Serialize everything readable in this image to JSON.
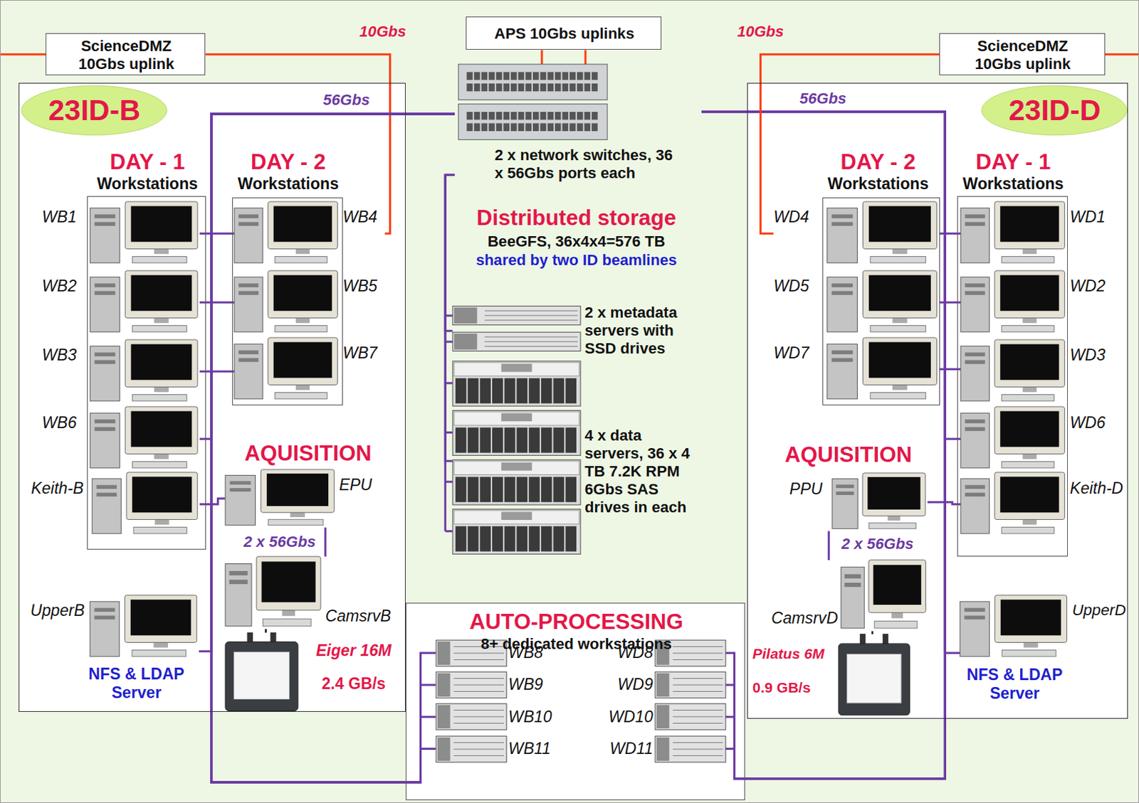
{
  "diagram": {
    "nodes": [
      {
        "text": [
          "ScienceDMZ 10Gbs uplink"
        ]
      },
      {
        "text": [
          "APS 10Gbs uplinks"
        ]
      },
      {
        "text": [
          "ScienceDMZ 10Gbs uplink"
        ]
      },
      {
        "text": [
          "23ID-B"
        ]
      },
      {
        "text": [
          "DAY - 1",
          "Workstations"
        ],
        "in": 3
      },
      {
        "text": [
          "WB1"
        ],
        "in": 4
      },
      {
        "text": [
          "WB2"
        ],
        "in": 4
      },
      {
        "text": [
          "WB3"
        ],
        "in": 4
      },
      {
        "text": [
          "WB6"
        ],
        "in": 4
      },
      {
        "text": [
          "Keith-B"
        ],
        "in": 4
      },
      {
        "text": [
          "DAY - 2",
          "Workstations"
        ],
        "in": 3
      },
      {
        "text": [
          "WB4"
        ],
        "in": 10
      },
      {
        "text": [
          "WB5"
        ],
        "in": 10
      },
      {
        "text": [
          "WB7"
        ],
        "in": 10
      },
      {
        "text": [
          "EPU"
        ],
        "in": 3
      },
      {
        "text": [
          "CamsrvB"
        ],
        "in": 3
      },
      {
        "text": [
          "Eiger 16M",
          "2.4 GB/s"
        ],
        "in": 3
      },
      {
        "text": [
          "UpperB",
          "NFS & LDAP Server"
        ],
        "in": 3
      },
      {
        "text": [
          "2 x network switches, 36 x 56Gbs ports each"
        ]
      },
      {
        "text": [
          "2 x metadata servers with SSD drives"
        ]
      },
      {
        "text": [
          "4 x data servers, 36 x 4 TB 7.2K RPM 6Gbs SAS drives in each"
        ]
      },
      {
        "text": [
          "AUTO-PROCESSING",
          "8+ dedicated workstations"
        ]
      },
      {
        "text": [
          "WB8"
        ],
        "in": 21
      },
      {
        "text": [
          "WB9"
        ],
        "in": 21
      },
      {
        "text": [
          "WB10"
        ],
        "in": 21
      },
      {
        "text": [
          "WB11"
        ],
        "in": 21
      },
      {
        "text": [
          "WD8"
        ],
        "in": 21
      },
      {
        "text": [
          "WD9"
        ],
        "in": 21
      },
      {
        "text": [
          "WD10"
        ],
        "in": 21
      },
      {
        "text": [
          "WD11"
        ],
        "in": 21
      },
      {
        "text": [
          "23ID-D"
        ]
      },
      {
        "text": [
          "DAY - 2",
          "Workstations"
        ],
        "in": 30
      },
      {
        "text": [
          "WD4"
        ],
        "in": 31
      },
      {
        "text": [
          "WD5"
        ],
        "in": 31
      },
      {
        "text": [
          "WD7"
        ],
        "in": 31
      },
      {
        "text": [
          "DAY - 1",
          "Workstations"
        ],
        "in": 30
      },
      {
        "text": [
          "WD1"
        ],
        "in": 35
      },
      {
        "text": [
          "WD2"
        ],
        "in": 35
      },
      {
        "text": [
          "WD3"
        ],
        "in": 35
      },
      {
        "text": [
          "WD6"
        ],
        "in": 35
      },
      {
        "text": [
          "Keith-D"
        ],
        "in": 35
      },
      {
        "text": [
          "PPU"
        ],
        "in": 30
      },
      {
        "text": [
          "CamsrvD"
        ],
        "in": 30
      },
      {
        "text": [
          "Pilatus 6M",
          "0.9 GB/s"
        ],
        "in": 30
      },
      {
        "text": [
          "UpperD",
          "NFS & LDAP Server"
        ],
        "in": 30
      }
    ],
    "edges": [
      {
        "from": 5,
        "to": 11,
        "arrow": "none"
      },
      {
        "from": 6,
        "to": 12,
        "arrow": "none"
      },
      {
        "from": 7,
        "to": 13,
        "arrow": "none"
      },
      {
        "from": 9,
        "to": 14,
        "arrow": "none"
      },
      {
        "from": 14,
        "to": 15,
        "label": "2 x 56Gbs",
        "arrow": "none"
      },
      {
        "from": 15,
        "to": 16,
        "arrow": "none"
      },
      {
        "from": 0,
        "to": 11,
        "label": "10Gbs",
        "arrow": "none"
      },
      {
        "from": 18,
        "to": 1,
        "arrow": "none"
      },
      {
        "from": 18,
        "to": 1,
        "arrow": "none"
      },
      {
        "from": 18,
        "to": 8,
        "label": "56Gbs",
        "arrow": "none"
      },
      {
        "from": 18,
        "to": 17,
        "arrow": "none"
      },
      {
        "from": 18,
        "to": 22,
        "arrow": "none"
      },
      {
        "from": 18,
        "to": 23,
        "arrow": "none"
      },
      {
        "from": 18,
        "to": 24,
        "arrow": "none"
      },
      {
        "from": 18,
        "to": 25,
        "arrow": "none"
      },
      {
        "from": 18,
        "to": 19,
        "arrow": "none"
      },
      {
        "from": 18,
        "to": 20,
        "arrow": "none"
      },
      {
        "from": 18,
        "to": 39,
        "label": "56Gbs",
        "arrow": "none"
      },
      {
        "from": 18,
        "to": 44,
        "arrow": "none"
      },
      {
        "from": 18,
        "to": 26,
        "arrow": "none"
      },
      {
        "from": 18,
        "to": 27,
        "arrow": "none"
      },
      {
        "from": 18,
        "to": 28,
        "arrow": "none"
      },
      {
        "from": 18,
        "to": 29,
        "arrow": "none"
      },
      {
        "from": 2,
        "to": 32,
        "label": "10Gbs",
        "arrow": "none"
      },
      {
        "from": 32,
        "to": 36,
        "arrow": "none"
      },
      {
        "from": 33,
        "to": 37,
        "arrow": "none"
      },
      {
        "from": 34,
        "to": 38,
        "arrow": "none"
      },
      {
        "from": 41,
        "to": 40,
        "arrow": "none"
      },
      {
        "from": 41,
        "to": 42,
        "label": "2 x 56Gbs",
        "arrow": "none"
      },
      {
        "from": 42,
        "to": 43,
        "arrow": "none"
      }
    ],
    "labels": [
      "Distributed storage",
      "BeeGFS, 36x4x4=576 TB",
      "shared by two ID beamlines",
      "AQUISITION",
      "AQUISITION"
    ]
  }
}
